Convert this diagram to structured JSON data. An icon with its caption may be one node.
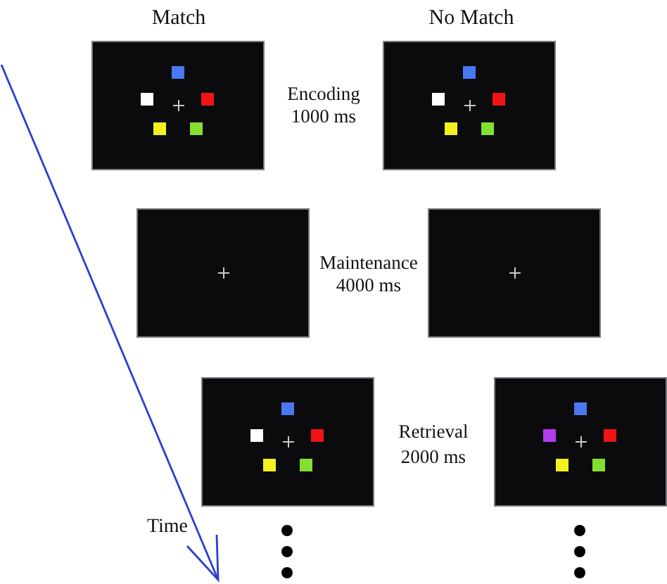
{
  "diagram": {
    "labels": [
      "Match",
      "No Match",
      "Encoding 1000 ms",
      "Maintenance 4000 ms",
      "Retrieval 2000 ms",
      "Time"
    ]
  }
}
